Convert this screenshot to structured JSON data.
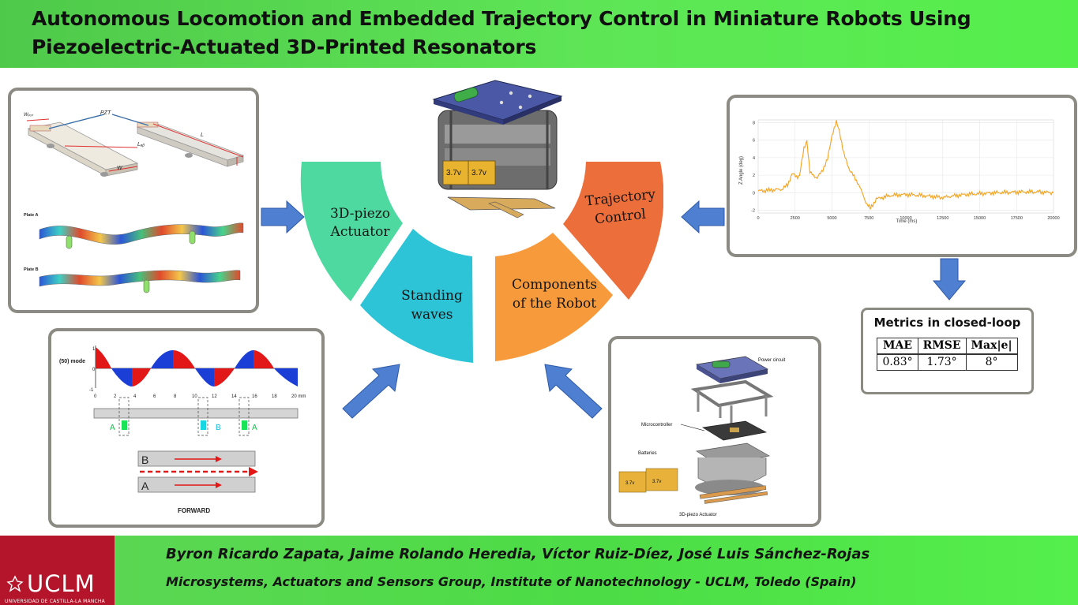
{
  "title": {
    "line1": "Autonomous Locomotion and Embedded Trajectory Control in Miniature Robots Using",
    "line2": "Piezoelectric-Actuated 3D-Printed Resonators"
  },
  "wheel": {
    "seg1_l1": "3D-piezo",
    "seg1_l2": "Actuator",
    "seg2_l1": "Standing",
    "seg2_l2": "waves",
    "seg3_l1": "Components",
    "seg3_l2": "of the Robot",
    "seg4_l1": "Trajectory",
    "seg4_l2": "Control",
    "colors": {
      "green": "#4dd9a0",
      "cyan": "#2cc4d6",
      "orange": "#f79a3b",
      "red": "#ec6f3b"
    }
  },
  "robot_battery": [
    "3.7v",
    "3.7v"
  ],
  "actuator_panel": {
    "pzt": "PZT",
    "L": "L",
    "Lab": "Lₐᵦ",
    "W": "W",
    "Wpzt": "Wₚₓₜ",
    "plate_a": "Plate A",
    "plate_b": "Plate B"
  },
  "wave_panel": {
    "mode": "(50) mode",
    "y_ticks": [
      "1",
      "0",
      "-1"
    ],
    "x_ticks": [
      "0",
      "2",
      "4",
      "6",
      "8",
      "10",
      "12",
      "14",
      "16",
      "18",
      "20 mm"
    ],
    "label_a1": "A",
    "label_b": "B",
    "label_a2": "A",
    "bar_b": "B",
    "bar_a": "A",
    "forward": "FORWARD"
  },
  "chart_data": {
    "type": "line",
    "ylabel": "Z Angle (deg)",
    "xlabel": "Time (ms)",
    "x_ticks": [
      "0",
      "2500",
      "5000",
      "7500",
      "10000",
      "12500",
      "15000",
      "17500",
      "20000"
    ],
    "y_ticks": [
      "8",
      "6",
      "4",
      "2",
      "0",
      "-2"
    ],
    "xlim": [
      0,
      20000
    ],
    "ylim": [
      -2.3,
      8.3
    ],
    "x": [
      0,
      800,
      1600,
      2000,
      2300,
      2600,
      2800,
      3100,
      3300,
      3500,
      4000,
      4300,
      4700,
      5000,
      5300,
      5500,
      5800,
      6200,
      6800,
      7300,
      7600,
      8000,
      9000,
      10000,
      11000,
      12000,
      12500,
      13000,
      14000,
      15000,
      16000,
      17000,
      18000,
      19000,
      20000
    ],
    "values": [
      0.2,
      0.3,
      0.4,
      0.9,
      2.2,
      1.8,
      2.0,
      5.0,
      6.0,
      2.3,
      1.7,
      2.4,
      3.8,
      6.6,
      8.0,
      7.1,
      4.4,
      2.6,
      1.0,
      -1.1,
      -1.8,
      -0.7,
      -0.3,
      -0.2,
      -0.3,
      -0.45,
      -0.55,
      -0.4,
      -0.2,
      -0.1,
      0.0,
      0.05,
      0.1,
      0.1,
      0.0
    ],
    "color": "#f5a21d",
    "grid": true
  },
  "metrics": {
    "title": "Metrics in closed-loop",
    "headers": [
      "MAE",
      "RMSE",
      "Max|e|"
    ],
    "values": [
      "0.83°",
      "1.73°",
      "8°"
    ]
  },
  "components_panel": {
    "power": "Power circuit",
    "micro": "Microcontroller",
    "batteries": "Batteries",
    "actuator": "3D-piezo Actuator",
    "bat1": "3.7v",
    "bat2": "3.7v"
  },
  "footer": {
    "logo": "UCLM",
    "logo_sub": "UNIVERSIDAD DE CASTILLA-LA MANCHA",
    "authors": "Byron Ricardo Zapata, Jaime Rolando Heredia, Víctor Ruiz-Díez, José Luis Sánchez-Rojas",
    "affiliation": "Microsystems, Actuators and Sensors Group, Institute of Nanotechnology - UCLM, Toledo (Spain)"
  }
}
